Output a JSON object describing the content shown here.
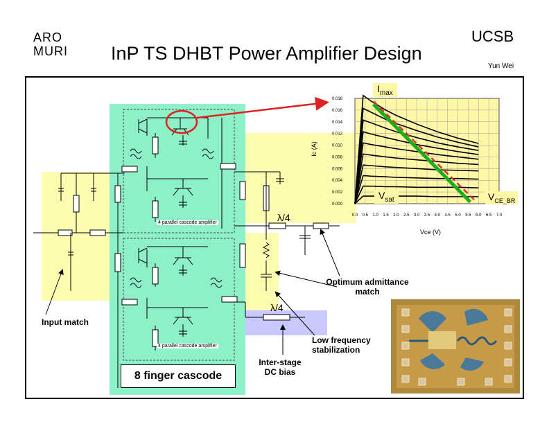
{
  "header": {
    "org_line1": "ARO",
    "org_line2": "MURI",
    "title": "InP TS DHBT Power Amplifier Design",
    "institution": "UCSB",
    "author": "Yun Wei"
  },
  "schematic": {
    "cascode_label": "4 parallel cascode amplifier",
    "quarter_wave": "λ/4",
    "cascode_box_label": "8 finger cascode"
  },
  "callouts": {
    "optimum": "Optimum admittance match",
    "input_match": "Input match",
    "low_freq": "Low frequency stabilization",
    "interstage": "Inter-stage DC bias"
  },
  "chart_data": {
    "type": "line",
    "xlabel": "Vce (V)",
    "ylabel": "Ic (A)",
    "x_ticks": [
      "0.0",
      "0.5",
      "1.0",
      "1.5",
      "2.0",
      "2.5",
      "3.0",
      "3.5",
      "4.0",
      "4.5",
      "5.0",
      "5.5",
      "6.0",
      "6.5",
      "7.0"
    ],
    "y_ticks": [
      "0.000",
      "0.002",
      "0.004",
      "0.006",
      "0.008",
      "0.010",
      "0.012",
      "0.014",
      "0.016",
      "0.018"
    ],
    "xlim": [
      0,
      7
    ],
    "ylim": [
      0,
      0.018
    ],
    "annotations": {
      "imax_main": "I",
      "imax_sub": "max",
      "vsat_main": "V",
      "vsat_sub": "sat",
      "vcebr_main": "V",
      "vcebr_sub": "CE_BR"
    },
    "series": [
      {
        "x": [
          0,
          0.4,
          0.8,
          1.5,
          2,
          3,
          4,
          5,
          6
        ],
        "y": [
          0,
          0.0185,
          0.0175,
          0.016,
          0.0151,
          0.0136,
          0.0123,
          0.0112,
          0.0103
        ]
      },
      {
        "x": [
          0,
          0.4,
          0.8,
          1.5,
          2,
          3,
          4,
          5,
          6
        ],
        "y": [
          0,
          0.0163,
          0.0156,
          0.0144,
          0.0137,
          0.0125,
          0.0114,
          0.0105,
          0.0097
        ]
      },
      {
        "x": [
          0,
          0.4,
          0.8,
          1.5,
          2,
          3,
          4,
          5,
          6
        ],
        "y": [
          0,
          0.0143,
          0.0138,
          0.0129,
          0.0123,
          0.0113,
          0.0104,
          0.0097,
          0.0091
        ]
      },
      {
        "x": [
          0,
          0.4,
          0.8,
          1.5,
          2,
          3,
          4,
          5,
          6
        ],
        "y": [
          0,
          0.0123,
          0.0119,
          0.0113,
          0.0109,
          0.0101,
          0.0095,
          0.0089,
          0.0084
        ]
      },
      {
        "x": [
          0,
          0.4,
          0.8,
          1.5,
          2,
          3,
          4,
          5,
          6
        ],
        "y": [
          0,
          0.0104,
          0.0101,
          0.0097,
          0.0094,
          0.0089,
          0.0084,
          0.008,
          0.0076
        ]
      },
      {
        "x": [
          0,
          0.4,
          0.8,
          1.5,
          2,
          3,
          4,
          5,
          6
        ],
        "y": [
          0,
          0.0085,
          0.0083,
          0.008,
          0.0078,
          0.0075,
          0.0072,
          0.0069,
          0.0067
        ]
      },
      {
        "x": [
          0,
          0.4,
          0.8,
          1.5,
          2,
          3,
          4,
          5,
          6
        ],
        "y": [
          0,
          0.0066,
          0.0065,
          0.0063,
          0.0062,
          0.006,
          0.0058,
          0.0057,
          0.0056
        ]
      },
      {
        "x": [
          0,
          0.4,
          0.8,
          1.5,
          2,
          3,
          4,
          5,
          6
        ],
        "y": [
          0,
          0.0048,
          0.0047,
          0.0046,
          0.0045,
          0.0044,
          0.0043,
          0.0043,
          0.0042
        ]
      },
      {
        "x": [
          0,
          0.4,
          0.8,
          1.5,
          2,
          3,
          4,
          5,
          6
        ],
        "y": [
          0,
          0.003,
          0.003,
          0.0029,
          0.0029,
          0.0028,
          0.0028,
          0.0028,
          0.0027
        ]
      },
      {
        "x": [
          0,
          0.4,
          0.8,
          1.5,
          2,
          3,
          4,
          5,
          6
        ],
        "y": [
          0,
          0.0013,
          0.0013,
          0.0013,
          0.0013,
          0.0013,
          0.0012,
          0.0012,
          0.0012
        ]
      }
    ],
    "load_line_green": {
      "x": [
        0.9,
        5.6
      ],
      "y": [
        0.017,
        0.0003
      ]
    },
    "load_line_red": {
      "x": [
        0.9,
        5.9
      ],
      "y": [
        0.0175,
        0.0003
      ]
    }
  },
  "colors": {
    "cyan_bg": "#8ef0c8",
    "yellow_bg": "#fdfdb0",
    "lavender_bg": "#c8c8ff",
    "chart_bg": "#fff7a8",
    "load_green": "#18b018",
    "load_red": "#e03030",
    "arrow_red": "#e02020"
  }
}
